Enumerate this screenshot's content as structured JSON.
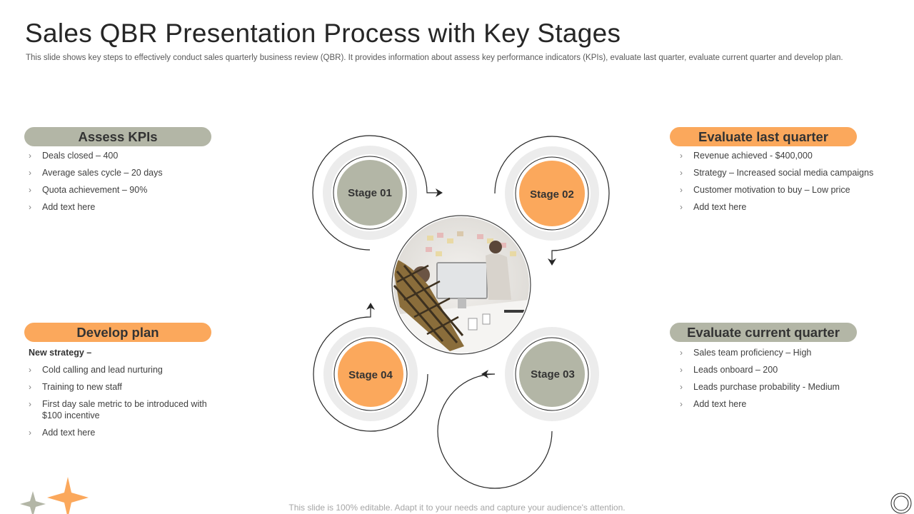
{
  "title": "Sales QBR Presentation Process with Key Stages",
  "subtitle": "This slide shows key steps to effectively conduct sales quarterly business review (QBR). It provides information about assess key performance indicators (KPIs), evaluate last quarter, evaluate current quarter and develop plan.",
  "colors": {
    "gray": "#b3b6a6",
    "orange": "#fba85c",
    "ring": "#ececec",
    "line": "#262626"
  },
  "sections": {
    "assess": {
      "heading": "Assess KPIs",
      "items": [
        "Deals closed – 400",
        "Average  sales cycle – 20 days",
        "Quota achievement  – 90%",
        "Add text here"
      ]
    },
    "last_quarter": {
      "heading": "Evaluate last quarter",
      "items": [
        "Revenue  achieved  - $400,000",
        "Strategy – Increased  social media campaigns",
        "Customer motivation to buy – Low price",
        "Add text here"
      ]
    },
    "develop": {
      "heading": "Develop plan",
      "lead": "New strategy –",
      "items": [
        "Cold calling and lead nurturing",
        "Training  to new staff",
        "First day sale metric to be introduced with $100 incentive",
        "Add text here"
      ]
    },
    "current_quarter": {
      "heading": "Evaluate current quarter",
      "items": [
        "Sales team proficiency – High",
        "Leads onboard  – 200",
        "Leads purchase probability - Medium",
        "Add text here"
      ]
    }
  },
  "stages": [
    "Stage 01",
    "Stage 02",
    "Stage 03",
    "Stage 04"
  ],
  "center_icon": "team-meeting-photo",
  "footer": "This slide is 100% editable. Adapt it to your needs and capture your audience's attention."
}
